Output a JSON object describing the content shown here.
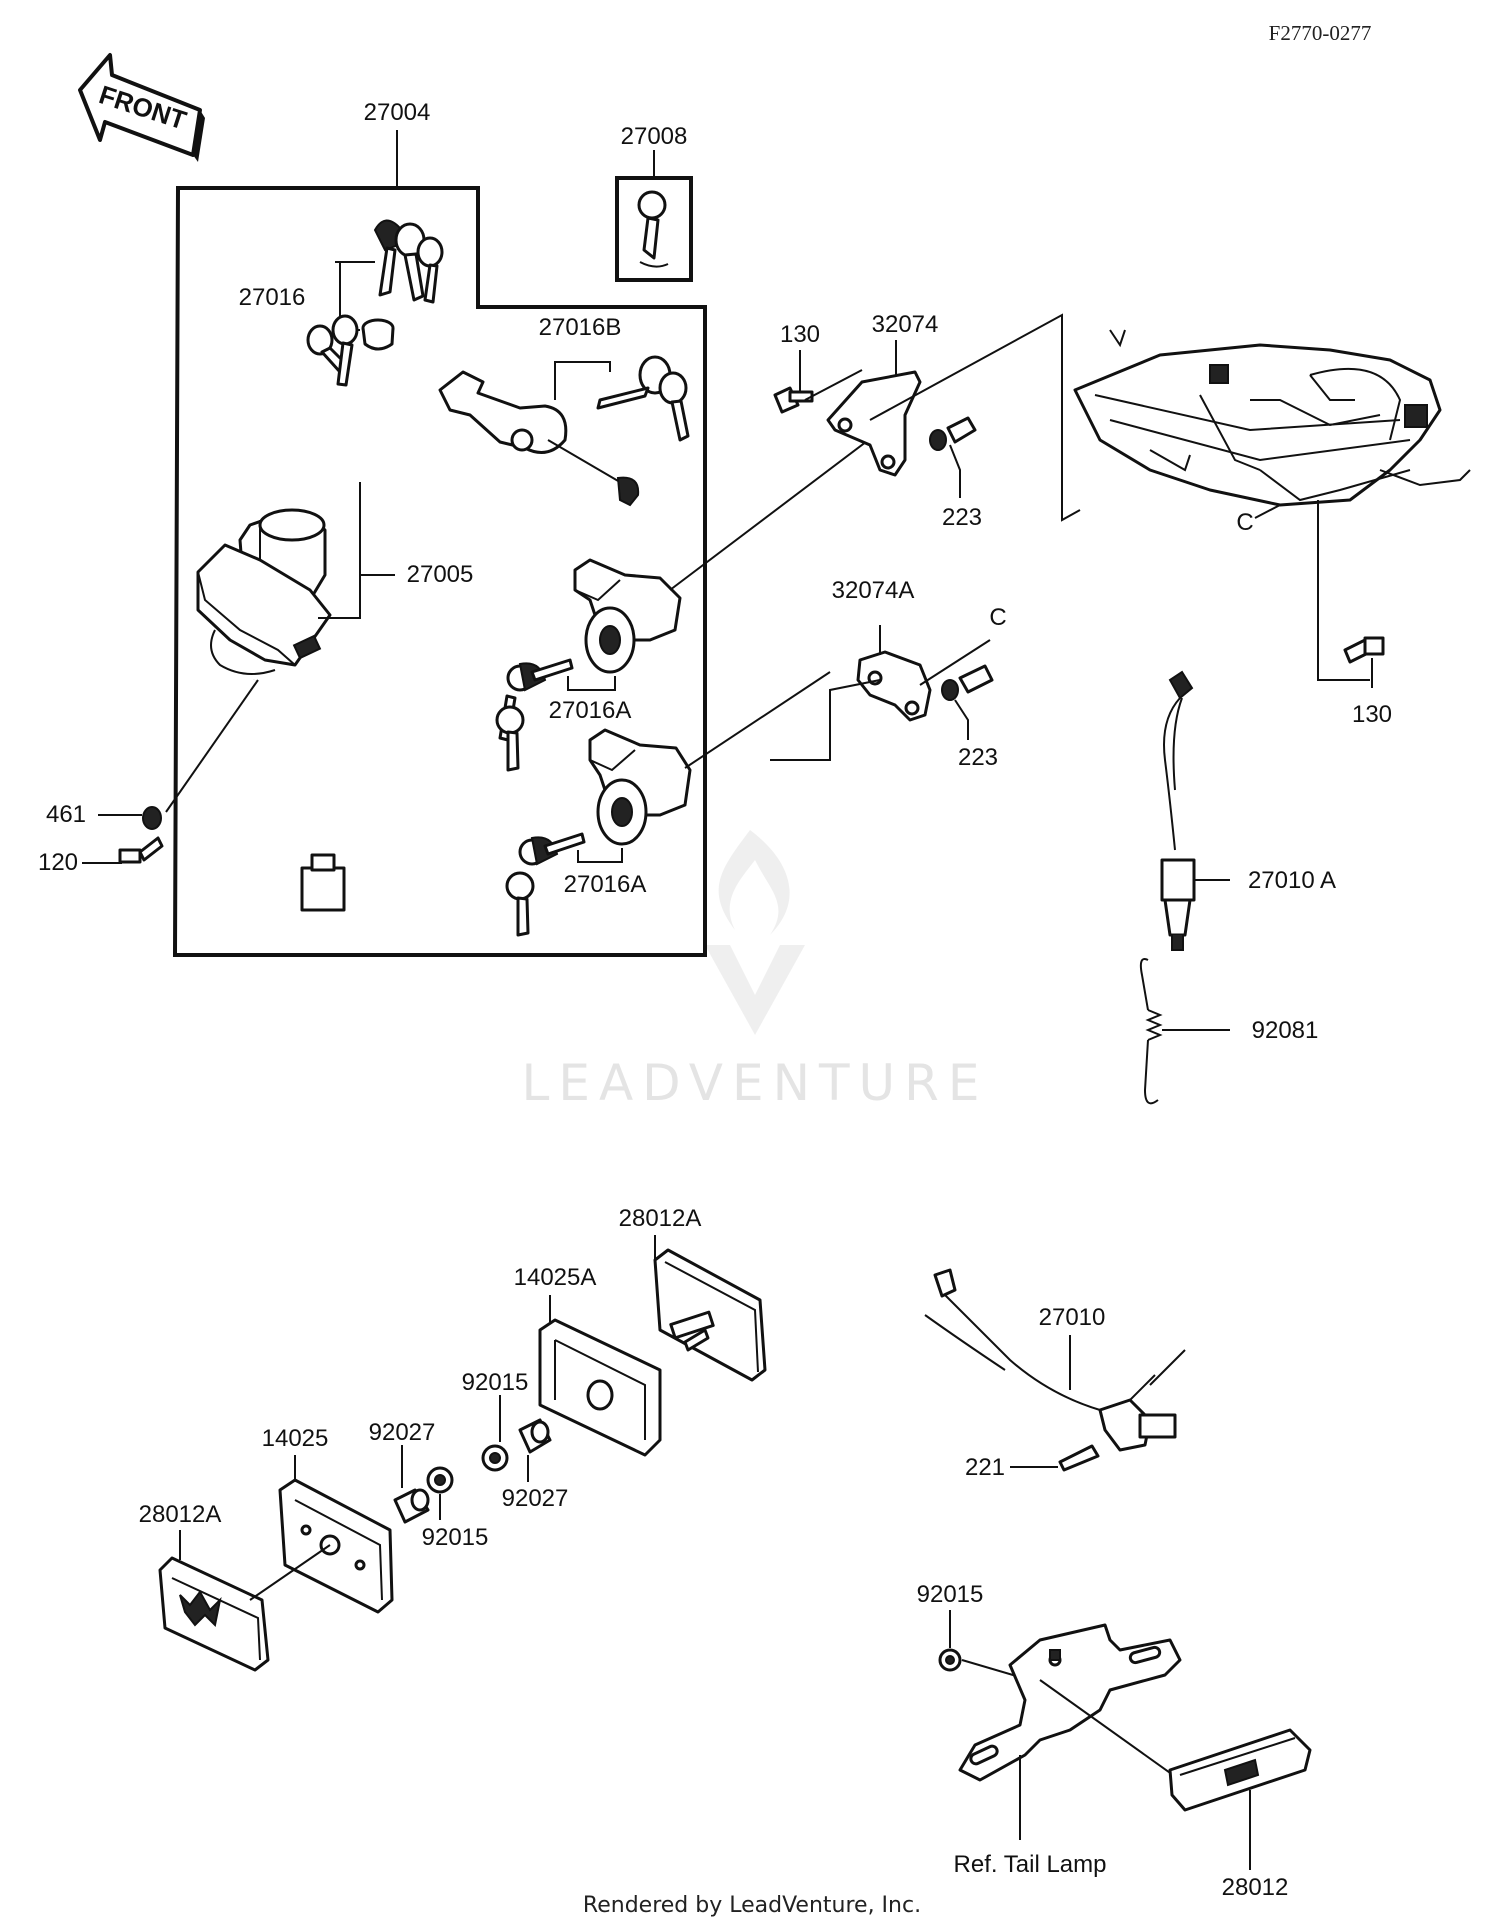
{
  "reference_code": "F2770-0277",
  "front_arrow_label": "FRONT",
  "labels": {
    "p27004": "27004",
    "p27008": "27008",
    "p27016": "27016",
    "p27016B": "27016B",
    "p27005": "27005",
    "p27016A_1": "27016A",
    "p27016A_2": "27016A",
    "p461": "461",
    "p120": "120",
    "p130_top": "130",
    "p32074": "32074",
    "p223_top": "223",
    "p32074A": "32074A",
    "c_callout_1": "C",
    "c_callout_2": "C",
    "p223_bottom": "223",
    "p130_right": "130",
    "p27010A": "27010 A",
    "p92081": "92081",
    "p28012A_top": "28012A",
    "p14025A": "14025A",
    "p92015_1": "92015",
    "p92027_1": "92027",
    "p14025": "14025",
    "p92027_2": "92027",
    "p92015_2": "92015",
    "p28012A_left": "28012A",
    "p27010": "27010",
    "p221": "221",
    "p92015_3": "92015",
    "ref_tail_lamp": "Ref. Tail Lamp",
    "p28012": "28012"
  },
  "watermark": "LEADVENTURE",
  "footer": "Rendered by LeadVenture, Inc."
}
